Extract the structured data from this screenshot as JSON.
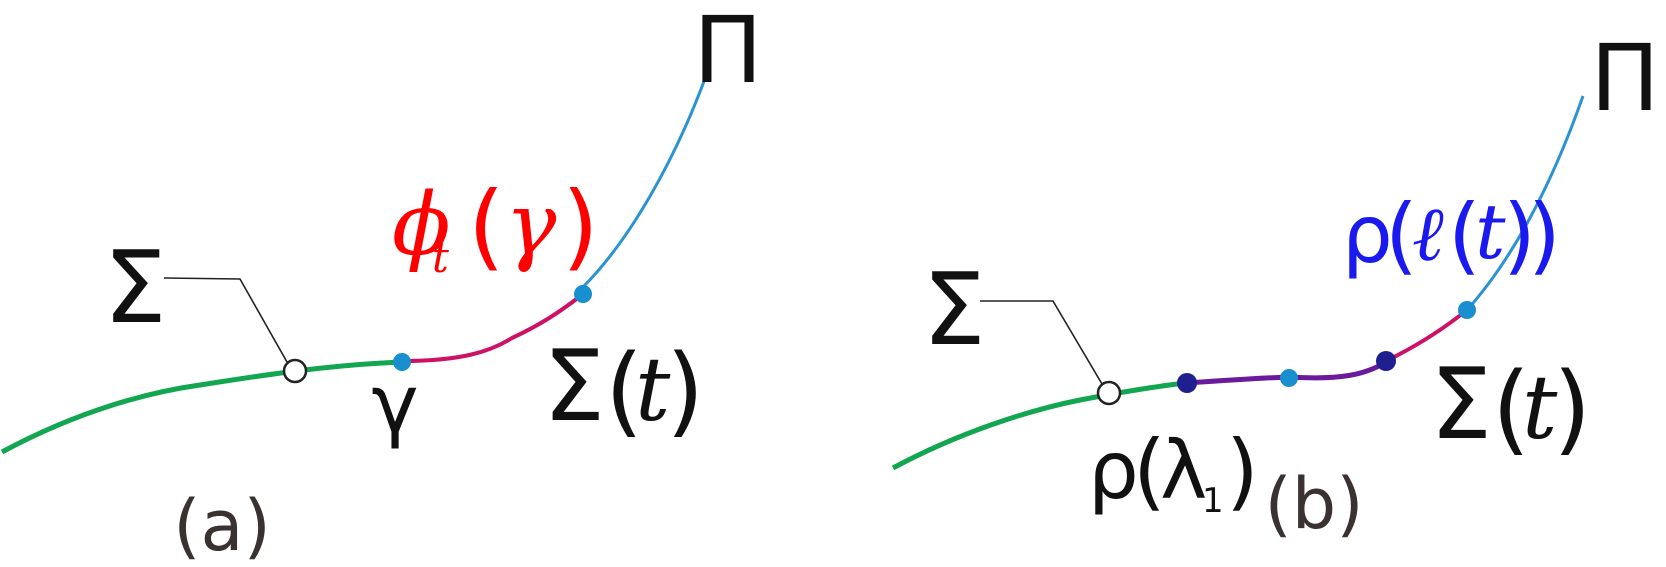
{
  "panels": {
    "a": {
      "caption": "(a)",
      "pi_label": "Π",
      "sigma_label": "Σ",
      "gamma_label": "γ",
      "phi_label": {
        "symbol": "ϕ",
        "subscript": "t",
        "open": "(",
        "arg": "γ",
        "close": ")"
      },
      "sigma_t_label": {
        "symbol": "Σ",
        "open": "(",
        "arg": "t",
        "close": ")"
      }
    },
    "b": {
      "caption": "(b)",
      "pi_label": "Π",
      "sigma_label": "Σ",
      "rho_lambda_label": {
        "symbol": "ρ",
        "open": "(",
        "arg": "λ",
        "subscript": "1",
        "close": ")"
      },
      "rho_ell_label": {
        "symbol": "ρ",
        "open": "(",
        "ell": "ℓ",
        "open2": "(",
        "arg": "t",
        "close2": ")",
        "close": ")"
      },
      "sigma_t_label": {
        "symbol": "Σ",
        "open": "(",
        "arg": "t",
        "close": ")"
      }
    }
  },
  "colors": {
    "green_curve": "#12a650",
    "blue_curve": "#2b93d1",
    "magenta_curve": "#cc1166",
    "purple_curve": "#6a1a9a",
    "light_blue_dot": "#1a8fd0",
    "dark_blue_dot": "#1f1f8f",
    "red_label": "#ff0000",
    "blue_label": "#1a1aee",
    "black": "#111111",
    "caption": "#3a3230"
  }
}
